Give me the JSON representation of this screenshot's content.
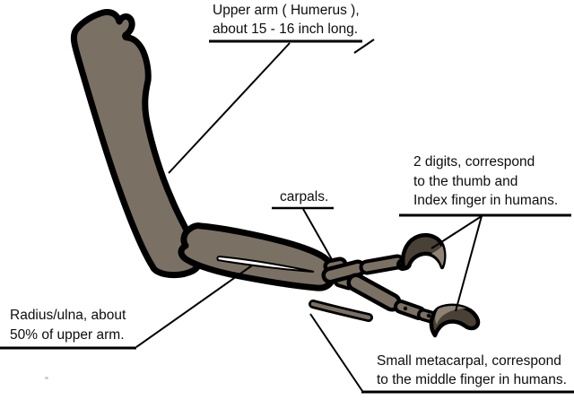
{
  "figure": {
    "colors": {
      "background": "#ffffff",
      "bone_fill": "#7a7164",
      "outline": "#000000",
      "claw_light": "#8d8374",
      "claw_dark": "#4a4136",
      "text": "#0d0d0d"
    }
  },
  "labels": {
    "upper_arm": {
      "line1": "Upper arm ( Humerus ),",
      "line2": "about 15 - 16 inch long."
    },
    "carpals": {
      "text": "carpals."
    },
    "digits": {
      "line1": "2 digits, correspond",
      "line2": "to the thumb and",
      "line3": "Index finger in humans."
    },
    "radius_ulna": {
      "line1": "Radius/ulna, about",
      "line2": "50% of upper arm."
    },
    "small_metacarpal": {
      "line1": "Small metacarpal, correspond",
      "line2": "to the middle finger in humans."
    }
  }
}
